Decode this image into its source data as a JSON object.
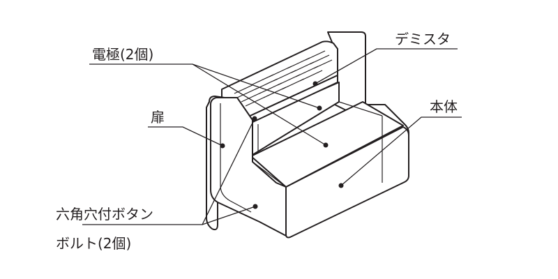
{
  "labels": {
    "electrode": "電極(2個)",
    "demister": "デミスタ",
    "door": "扉",
    "body": "本体",
    "bolt_line1": "六角穴付ボタン",
    "bolt_line2": "ボルト(2個)"
  },
  "colors": {
    "line": "#231f20",
    "background": "#ffffff"
  }
}
